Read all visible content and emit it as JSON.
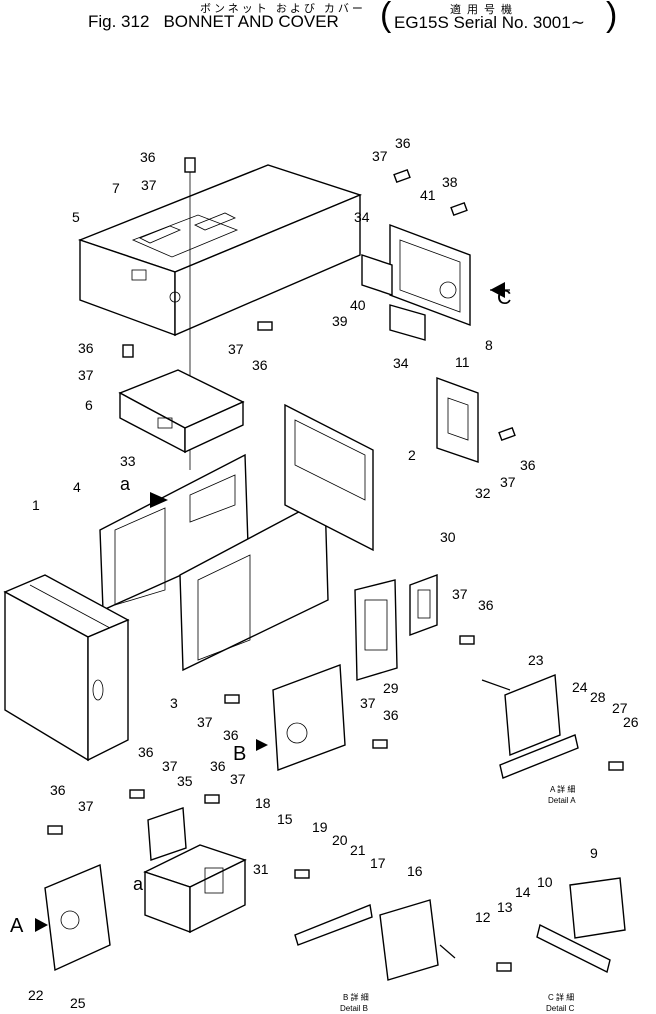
{
  "header": {
    "jp_title": "ボンネット および カバー",
    "fig_number": "Fig. 312",
    "title": "BONNET AND COVER",
    "jp_model_label": "適用号機",
    "model": "EG15S Serial No. 3001∼"
  },
  "callouts": {
    "n1": "1",
    "n2": "2",
    "n3": "3",
    "n4": "4",
    "n5": "5",
    "n6": "6",
    "n7": "7",
    "n8": "8",
    "n9": "9",
    "n10": "10",
    "n11": "11",
    "n12": "12",
    "n13": "13",
    "n14": "14",
    "n15": "15",
    "n16": "16",
    "n17": "17",
    "n18": "18",
    "n19": "19",
    "n20": "20",
    "n21": "21",
    "n22": "22",
    "n23": "23",
    "n24": "24",
    "n25": "25",
    "n26": "26",
    "n27": "27",
    "n28": "28",
    "n29": "29",
    "n30": "30",
    "n31": "31",
    "n32": "32",
    "n33": "33",
    "n34": "34",
    "n35": "35",
    "n36": "36",
    "n37": "37",
    "n38": "38",
    "n39": "39",
    "n40": "40",
    "n41": "41"
  },
  "view_markers": {
    "A": "A",
    "B": "B",
    "C": "C",
    "a": "a"
  },
  "details": {
    "a_jp": "A 詳 細",
    "a_en": "Detail A",
    "b_jp": "B 詳 細",
    "b_en": "Detail B",
    "c_jp": "C 詳 細",
    "c_en": "Detail C"
  }
}
